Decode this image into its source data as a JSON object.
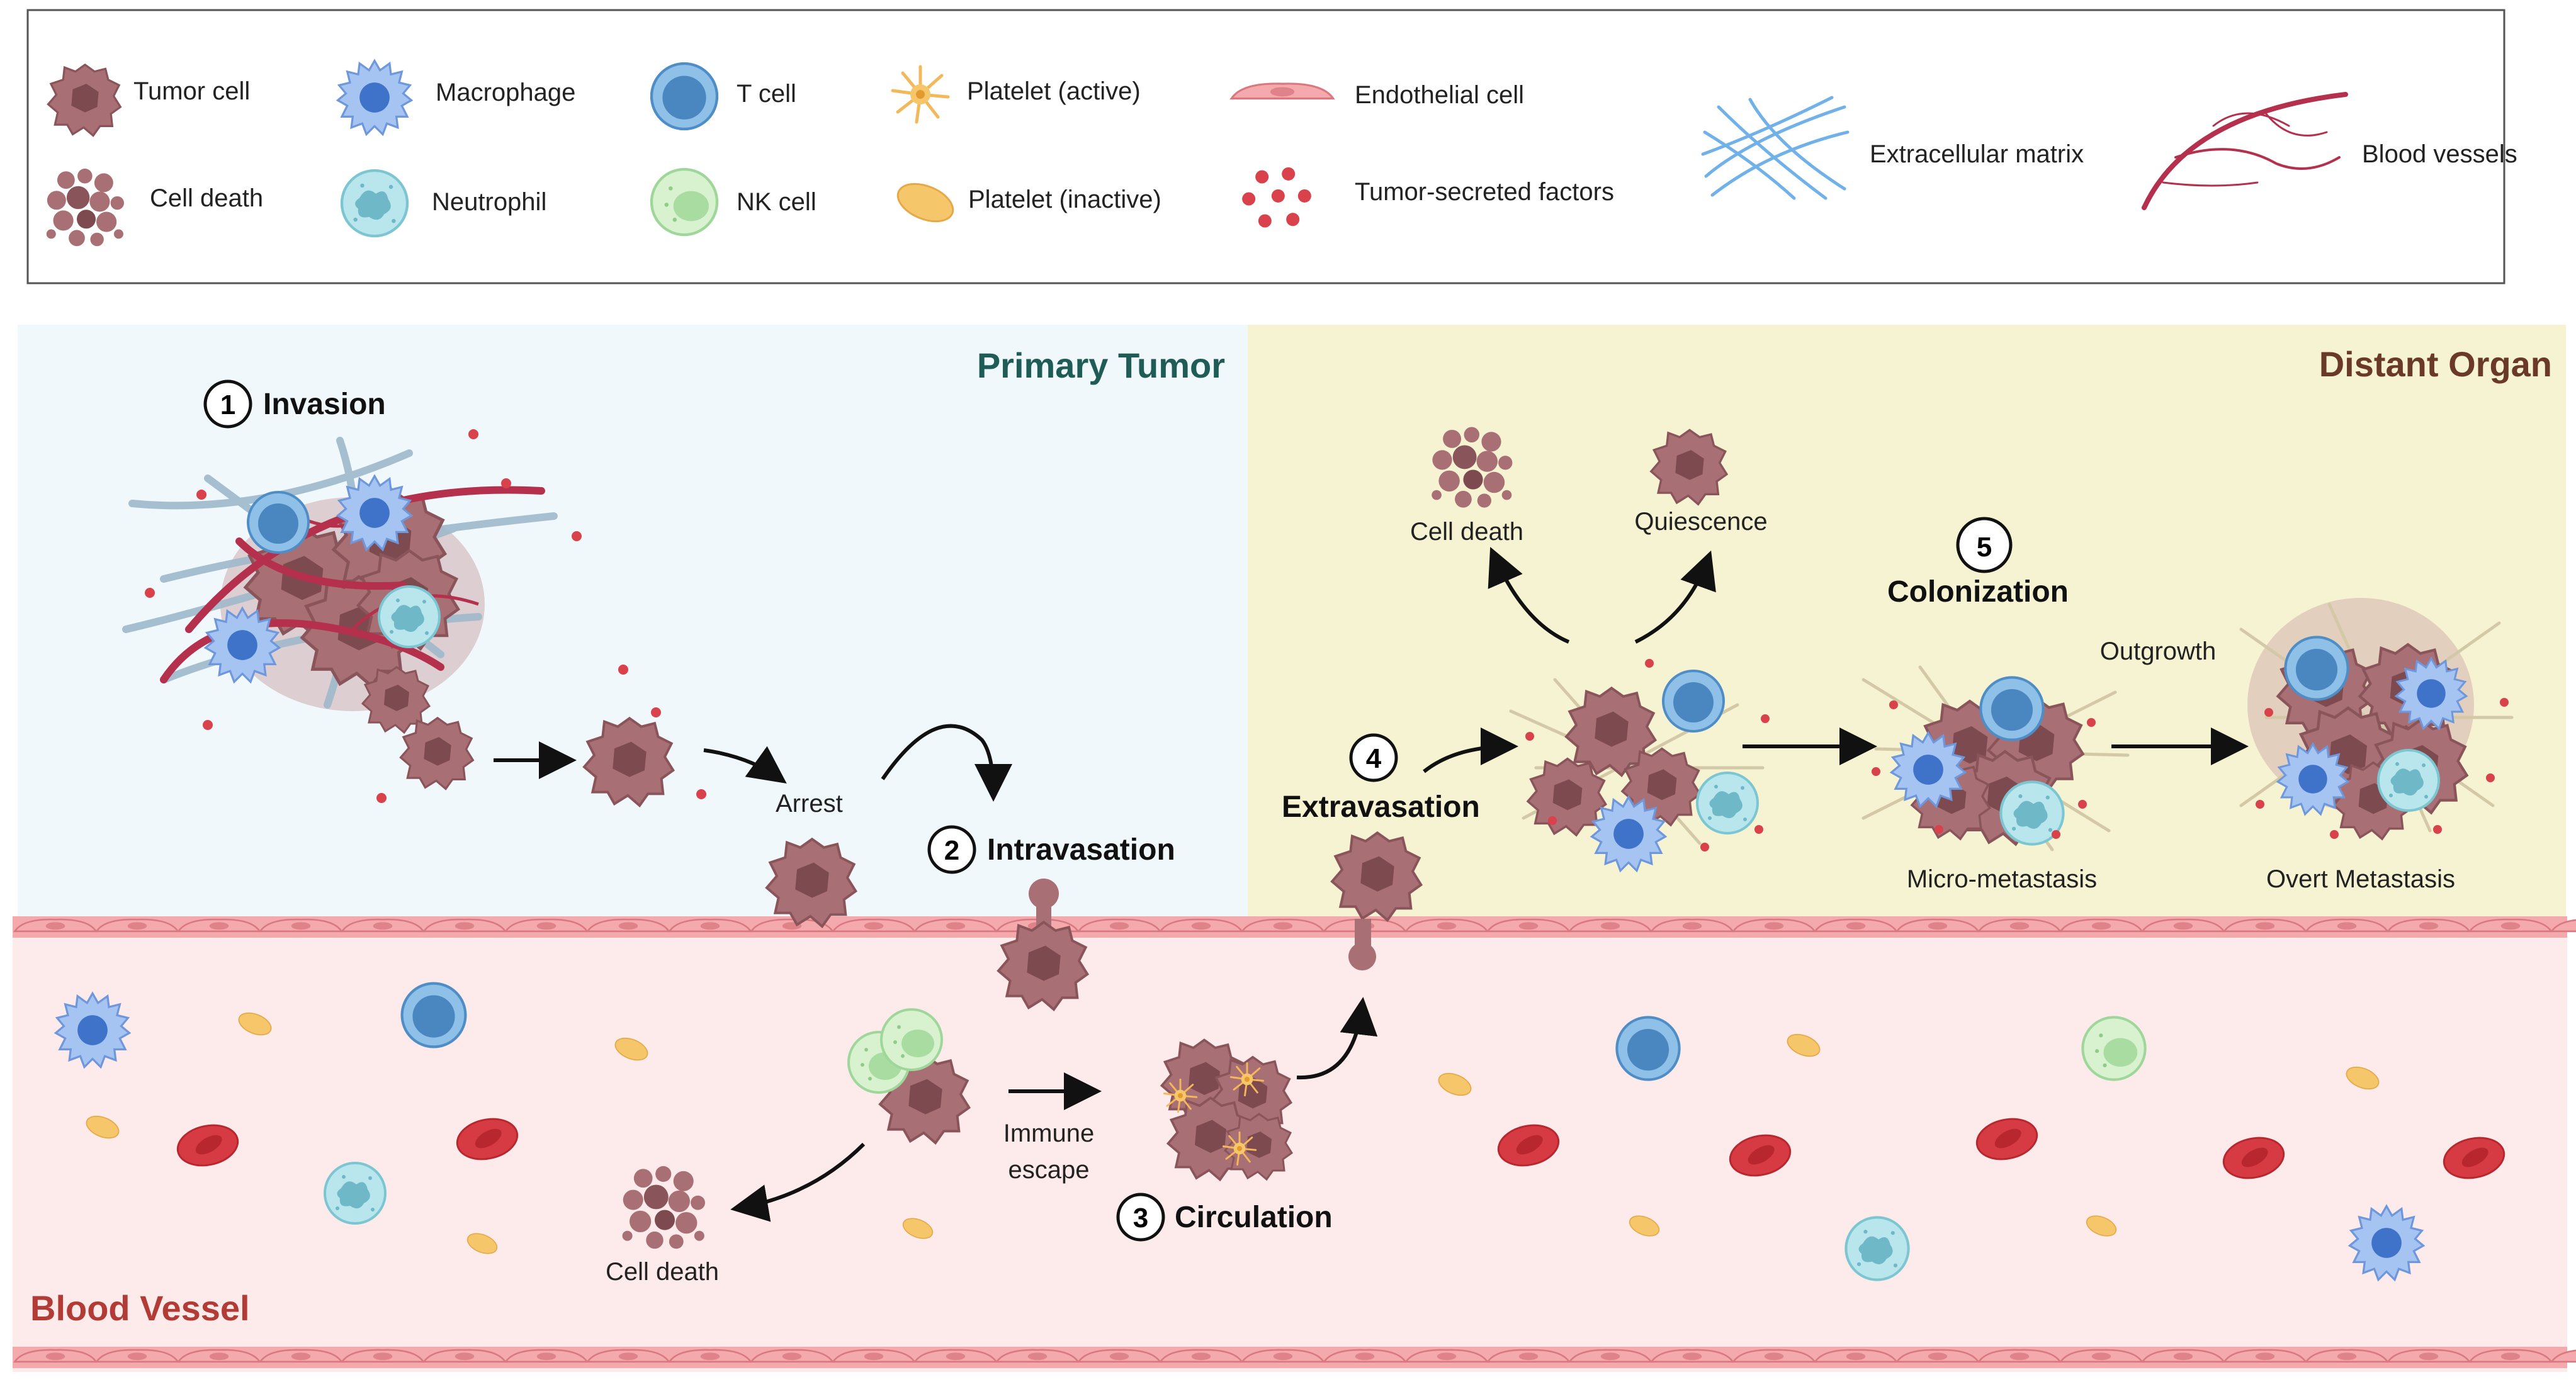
{
  "colors": {
    "tumor": "#a86f74",
    "tumor_dark": "#7c4a4f",
    "macrophage": "#8fb4ec",
    "tcell": "#7fb3e0",
    "neutrophil": "#a8dde6",
    "nk": "#c8ecc0",
    "platelet_active": "#f2b85a",
    "platelet_inactive": "#f6c76a",
    "endothelial": "#f4a9ad",
    "secreted": "#d9414b",
    "matrix": "#8cc3ec",
    "vessel": "#b4304c",
    "primary_bg": "#f0f8fc",
    "distant_bg": "#f6f3d2",
    "blood_bg": "#fdeaea",
    "rbc": "#d63a42"
  },
  "legend": {
    "tumor_cell": "Tumor cell",
    "cell_death": "Cell death",
    "macrophage": "Macrophage",
    "neutrophil": "Neutrophil",
    "t_cell": "T cell",
    "nk_cell": "NK cell",
    "platelet_active": "Platelet (active)",
    "platelet_inactive": "Platelet (inactive)",
    "endothelial_cell": "Endothelial cell",
    "tumor_secreted_factors": "Tumor-secreted factors",
    "extracellular_matrix": "Extracellular matrix",
    "blood_vessels": "Blood vessels"
  },
  "regions": {
    "primary_tumor": "Primary Tumor",
    "distant_organ": "Distant Organ",
    "blood_vessel": "Blood Vessel"
  },
  "steps": {
    "s1": {
      "num": "1",
      "label": "Invasion"
    },
    "s2": {
      "num": "2",
      "label": "Intravasation"
    },
    "s3": {
      "num": "3",
      "label": "Circulation"
    },
    "s4": {
      "num": "4",
      "label": "Extravasation"
    },
    "s5": {
      "num": "5",
      "label": "Colonization"
    }
  },
  "labels": {
    "arrest": "Arrest",
    "immune": "Immune",
    "escape": "escape",
    "cell_death_blood": "Cell death",
    "cell_death_organ": "Cell death",
    "quiescence": "Quiescence",
    "outgrowth": "Outgrowth",
    "micro_metastasis": "Micro-metastasis",
    "overt_metastasis": "Overt Metastasis"
  }
}
